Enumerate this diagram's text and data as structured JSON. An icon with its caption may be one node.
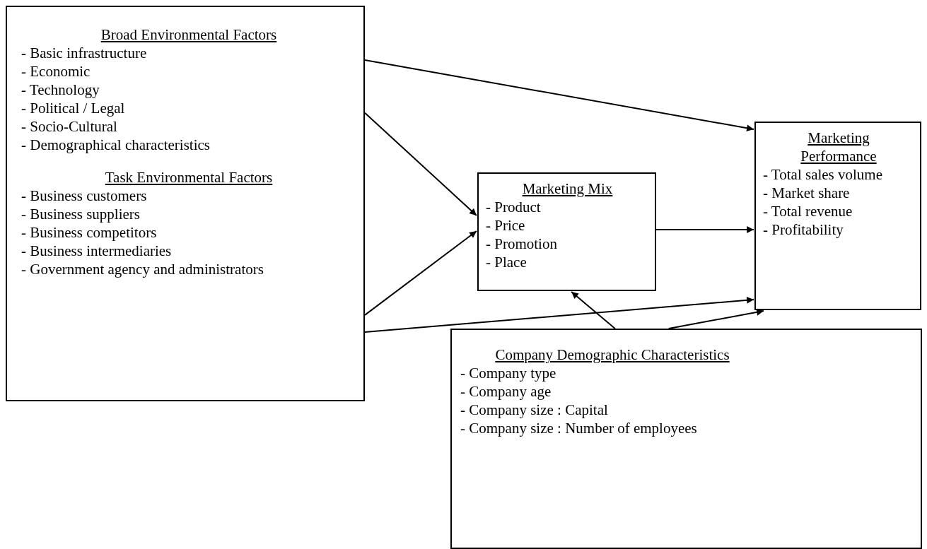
{
  "diagram": {
    "nodes": [
      {
        "text": [
          "Broad Environmental Factors",
          "- Basic infrastructure",
          "- Economic",
          "- Technology",
          "- Political / Legal",
          "- Socio-Cultural",
          "- Demographical characteristics",
          "Task Environmental Factors",
          "- Business customers",
          "- Business suppliers",
          "- Business competitors",
          "- Business intermediaries",
          "- Government agency and administrators"
        ]
      },
      {
        "text": [
          "Marketing Mix",
          "- Product",
          "- Price",
          "- Promotion",
          "- Place"
        ]
      },
      {
        "text": [
          "Marketing Performance",
          "- Total sales volume",
          "- Market share",
          "- Total revenue",
          "- Profitability"
        ]
      },
      {
        "text": [
          "Company Demographic Characteristics",
          "- Company type",
          "- Company age",
          "- Company size : Capital",
          "- Company size : Number of employees"
        ]
      }
    ],
    "edges": [
      {
        "from": 0,
        "to": 2,
        "arrow": "to"
      },
      {
        "from": 0,
        "to": 1,
        "arrow": "to"
      },
      {
        "from": 0,
        "to": 1,
        "arrow": "to"
      },
      {
        "from": 0,
        "to": 2,
        "arrow": "to"
      },
      {
        "from": 1,
        "to": 2,
        "arrow": "to"
      },
      {
        "from": 3,
        "to": 1,
        "arrow": "to"
      },
      {
        "from": 3,
        "to": 2,
        "arrow": "to"
      }
    ]
  }
}
